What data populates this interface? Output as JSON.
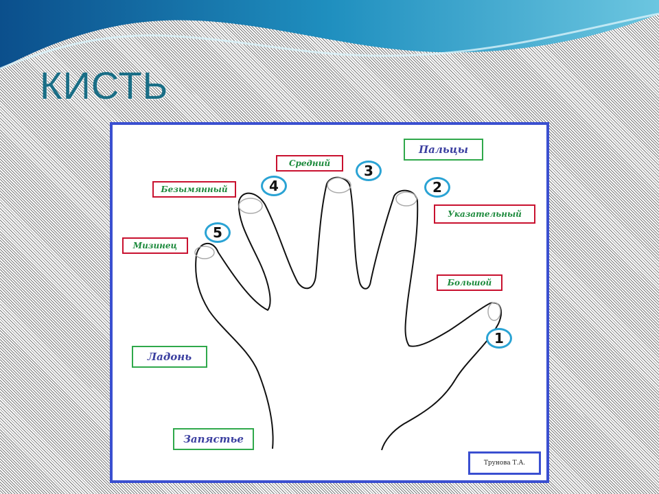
{
  "slide": {
    "title": "КИСТЬ"
  },
  "labels": {
    "fingers": "Пальцы",
    "middle": "Средний",
    "ring": "Безымянный",
    "little": "Мизинец",
    "index": "Указательный",
    "thumb": "Большой",
    "palm": "Ладонь",
    "wrist": "Запястье"
  },
  "numbers": {
    "n1": "1",
    "n2": "2",
    "n3": "3",
    "n4": "4",
    "n5": "5"
  },
  "author": "Трунова Т.А.",
  "colors": {
    "frame": "#3a4fd0",
    "title": "#1a6e86",
    "number_ring": "#2aa3d4"
  }
}
